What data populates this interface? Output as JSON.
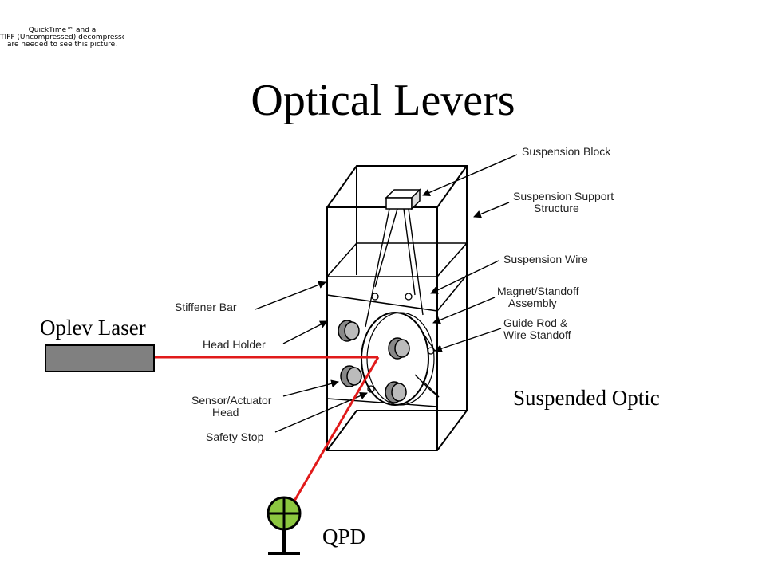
{
  "quicktime_notice": {
    "line1": "QuickTime™ and a",
    "line2": "TIFF (Uncompressed) decompressor",
    "line3": "are needed to see this picture."
  },
  "title": "Optical Levers",
  "labels": {
    "oplev_laser": "Oplev Laser",
    "suspended_optic": "Suspended Optic",
    "qpd": "QPD"
  },
  "callouts": {
    "suspension_block": "Suspension Block",
    "suspension_support_1": "Suspension Support",
    "suspension_support_2": "Structure",
    "suspension_wire": "Suspension Wire",
    "magnet_standoff_1": "Magnet/Standoff",
    "magnet_standoff_2": "Assembly",
    "guide_rod_1": "Guide Rod &",
    "guide_rod_2": "Wire Standoff",
    "stiffener_bar": "Stiffener Bar",
    "head_holder": "Head Holder",
    "sensor_actuator_1": "Sensor/Actuator",
    "sensor_actuator_2": "Head",
    "safety_stop": "Safety Stop"
  },
  "colors": {
    "beam": "#e11a1a",
    "laser_body": "#808080",
    "qpd_fill": "#8cc63f"
  }
}
